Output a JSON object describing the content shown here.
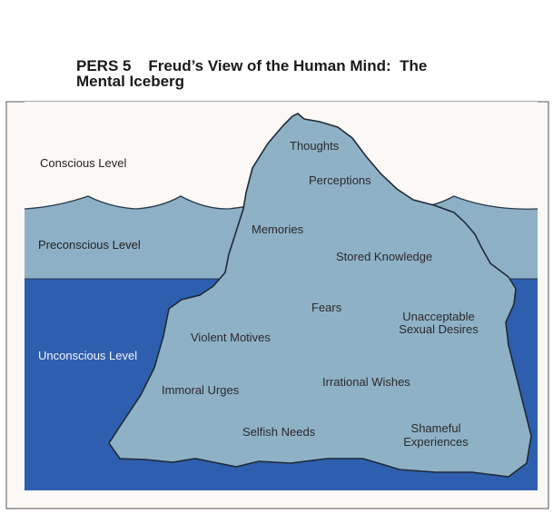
{
  "title": {
    "line1": "PERS 5    Freud’s View of the Human Mind:  The",
    "line2": "Mental Iceberg"
  },
  "levels": {
    "conscious": "Conscious Level",
    "preconscious": "Preconscious Level",
    "unconscious": "Unconscious Level"
  },
  "conscious_items": [
    "Thoughts",
    "Perceptions"
  ],
  "preconscious_items": [
    "Memories",
    "Stored Knowledge"
  ],
  "unconscious_items": [
    "Fears",
    "Unacceptable",
    "Sexual Desires",
    "Violent Motives",
    "Irrational Wishes",
    "Immoral Urges",
    "Selfish Needs",
    "Shameful",
    "Experiences"
  ],
  "colors": {
    "sky": "#fbf8f5",
    "preconscious_water": "#8db0c6",
    "unconscious_water": "#2e5fae",
    "iceberg_top": "#8fb1c6",
    "iceberg_middle": "#d7c6c4",
    "iceberg_bottom": "#9fbace"
  }
}
